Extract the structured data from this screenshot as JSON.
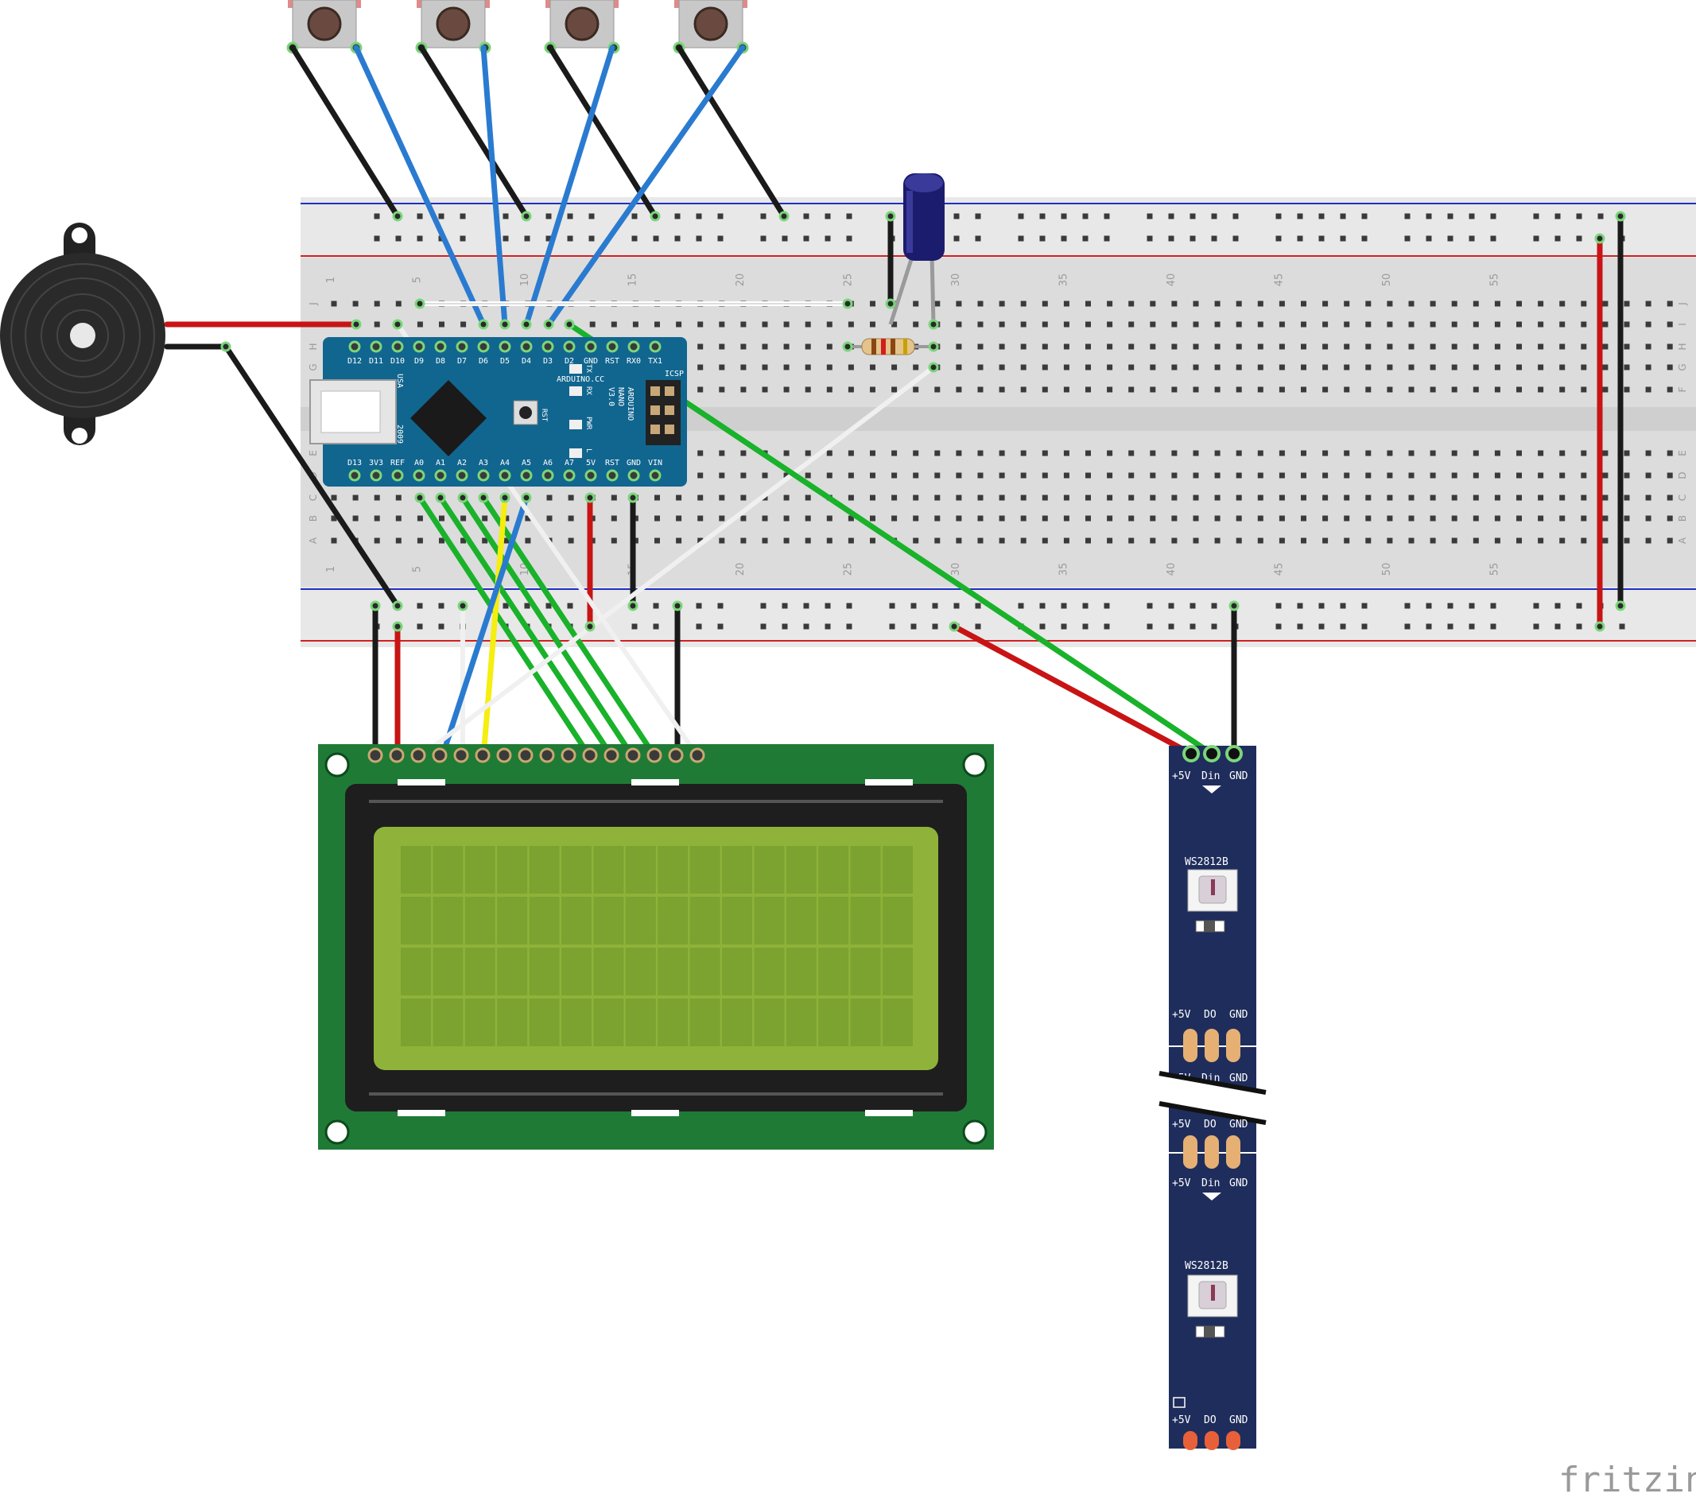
{
  "breadboard": {
    "top_numbers": [
      "1",
      "5",
      "10",
      "15",
      "20",
      "25",
      "30",
      "35",
      "40",
      "45",
      "50",
      "55"
    ],
    "bottom_numbers": [
      "1",
      "5",
      "10",
      "15",
      "20",
      "25",
      "30",
      "35",
      "40",
      "45",
      "50",
      "55"
    ],
    "row_letters_top": [
      "J",
      "I",
      "H",
      "G",
      "F"
    ],
    "row_letters_bottom": [
      "E",
      "D",
      "C",
      "B",
      "A"
    ],
    "colors": {
      "rail_red": "#d02020",
      "rail_blue": "#2030c0",
      "body": "#dcdcdc"
    }
  },
  "nano": {
    "top_pins": [
      "D12",
      "D11",
      "D10",
      "D9",
      "D8",
      "D7",
      "D6",
      "D5",
      "D4",
      "D3",
      "D2",
      "GND",
      "RST",
      "RX0",
      "TX1"
    ],
    "bottom_pins": [
      "D13",
      "3V3",
      "REF",
      "A0",
      "A1",
      "A2",
      "A3",
      "A4",
      "A5",
      "A6",
      "A7",
      "5V",
      "RST",
      "GND",
      "VIN"
    ],
    "brand": "ARDUINO.CC",
    "model_lines": [
      "ARDUINO",
      "NANO",
      "V3.0"
    ],
    "usa": "USA",
    "year": "2009",
    "icsp": "ICSP",
    "rst": "RST",
    "leds": [
      "TX",
      "RX",
      "PWR",
      "L"
    ],
    "color": "#11668f"
  },
  "strip": {
    "top_pins": [
      "+5V",
      "Din",
      "GND"
    ],
    "chip_label_1": "WS2812B",
    "chip_label_2": "WS2812B",
    "pads_out_1": [
      "+5V",
      "DO",
      "GND"
    ],
    "pads_in_2": [
      "+5V",
      "Din",
      "GND"
    ],
    "pads_out_2": [
      "+5V",
      "DO",
      "GND"
    ],
    "pads_in_3": [
      "+5V",
      "Din",
      "GND"
    ],
    "pads_out_bottom": [
      "+5V",
      "DO",
      "GND"
    ],
    "color": "#1f2d5c"
  },
  "lcd": {
    "rows": 4,
    "cols": 16,
    "board_color": "#1f7a35",
    "screen_color": "#8fb33a"
  },
  "watermark": "fritzing",
  "wire_colors": {
    "black": "#1a1a1a",
    "blue": "#2a7bd0",
    "red": "#c81414",
    "green": "#19b22a",
    "white": "#f0f0f0",
    "yellow": "#f5ee10"
  }
}
